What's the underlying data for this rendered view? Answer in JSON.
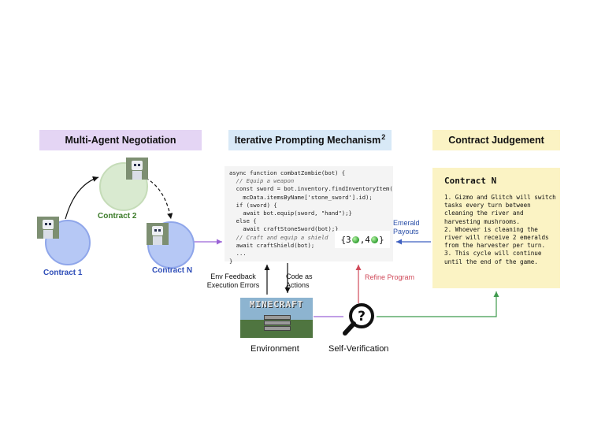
{
  "headers": {
    "negotiation": "Multi-Agent Negotiation",
    "ipm": "Iterative Prompting Mechanism",
    "ipm_sup": "2",
    "judgement": "Contract Judgement"
  },
  "contracts": {
    "c1": "Contract 1",
    "c2": "Contract 2",
    "cN": "Contract N"
  },
  "code": [
    "async function combatZombie(bot) {",
    "  // Equip a weapon",
    "  const sword = bot.inventory.findInventoryItem(",
    "    mcData.itemsByName['stone_sword'].id);",
    "  if (sword) {",
    "    await bot.equip(sword, \"hand\");}",
    "  else {",
    "    await craftStoneSword(bot);}",
    "  // Craft and equip a shield",
    "  await craftShield(bot);",
    "  ...",
    "}"
  ],
  "payout": {
    "open": "{3",
    "mid": ",4",
    "close": "}"
  },
  "judgement": {
    "title": "Contract N",
    "text": "1. Gizmo and Glitch will switch tasks every turn between cleaning the river and harvesting mushrooms.\n2. Whoever is cleaning the river will receive 2 emeralds from the harvester per turn.\n3. This cycle will continue until the end of the game."
  },
  "labels": {
    "emerald_payouts": "Emerald\nPayouts",
    "env_feedback": "Env Feedback\nExecution Errors",
    "code_actions": "Code as\nActions",
    "refine": "Refine Program",
    "environment": "Environment",
    "self_verification": "Self-Verification",
    "minecraft_logo": "MINECRAFT"
  },
  "colors": {
    "negotiation_header": "#e4d5f4",
    "ipm_header": "#d8e9f7",
    "judgement_header": "#fbf3c4",
    "contract_blue": "#2e4db8",
    "contract_green": "#3a7a27",
    "refine_red": "#d04a5a",
    "arrow_purple": "#9b63d6",
    "arrow_green": "#3f9a4e",
    "arrow_blue": "#3e5fc0"
  },
  "icons": [
    "robot-agent-icon",
    "emerald-icon",
    "magnifier-question-icon",
    "minecraft-screenshot"
  ]
}
